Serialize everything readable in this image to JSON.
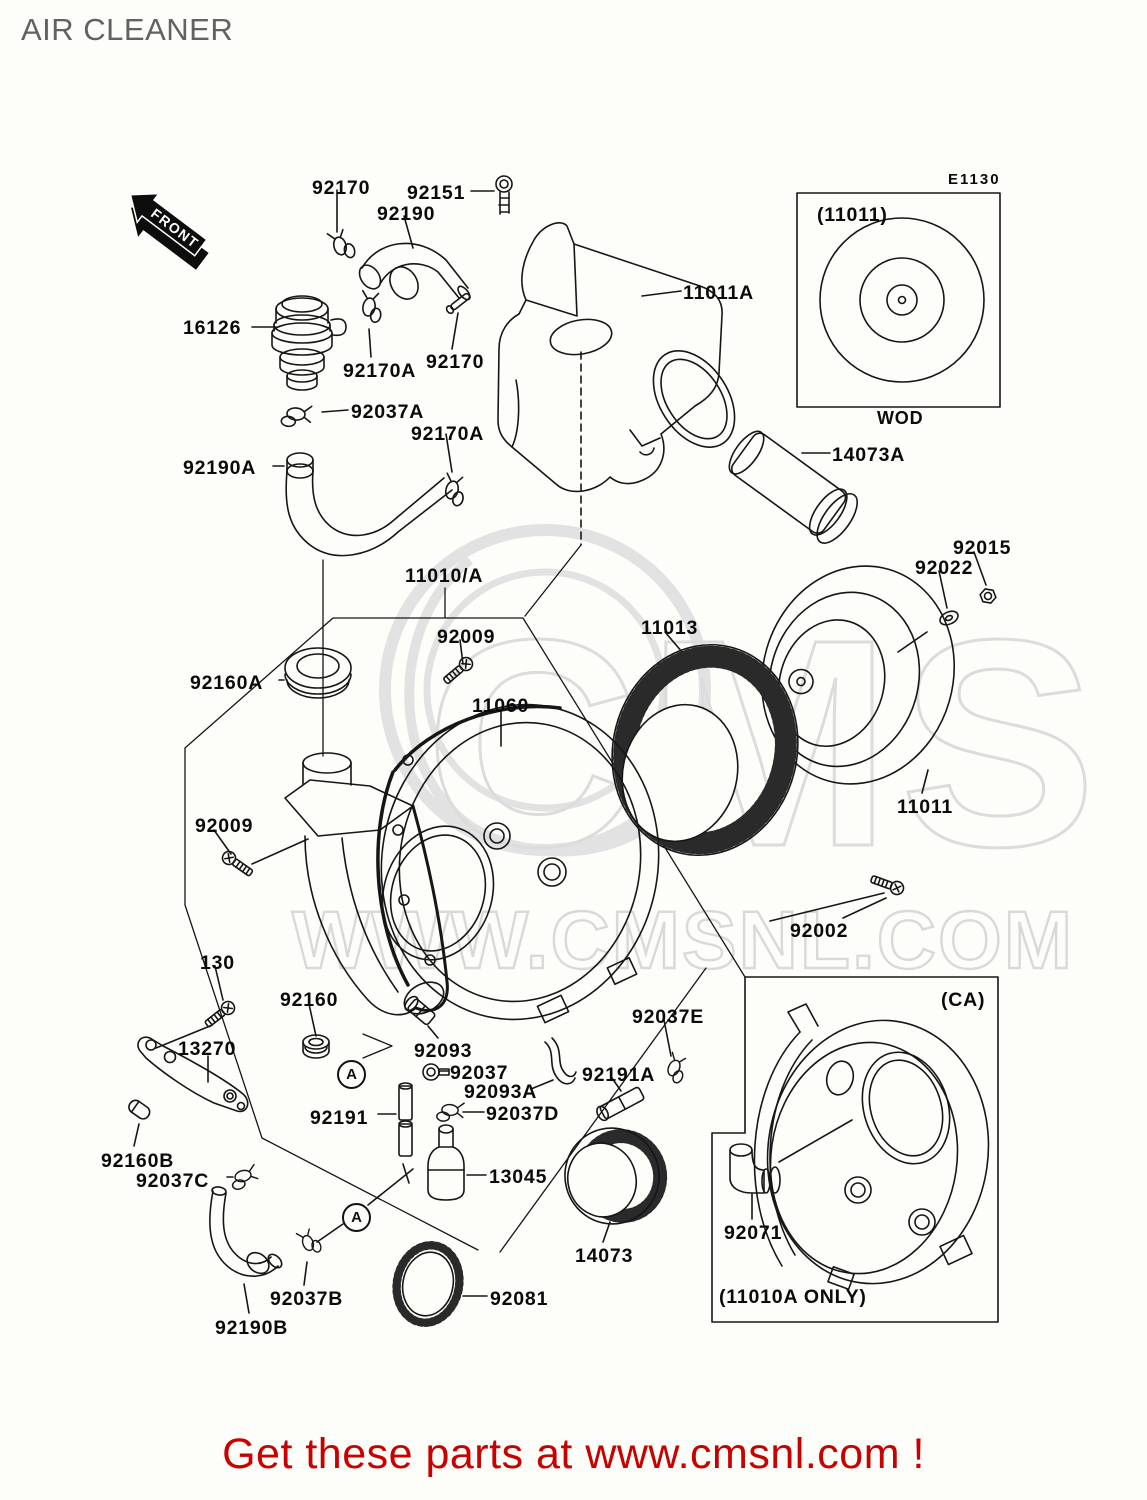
{
  "page": {
    "title": "AIR CLEANER",
    "footer": "Get these parts at www.cmsnl.com !",
    "front_arrow": "FRONT"
  },
  "watermark": {
    "line1": "CMS",
    "line2": "WWW.CMSNL.COM"
  },
  "inset": {
    "code": "E1130",
    "ref": "(11011)",
    "caption": "WOD"
  },
  "ca": {
    "region": "(CA)",
    "note": "(11010A ONLY)"
  },
  "markers": {
    "a": "A"
  },
  "labels": [
    "92170",
    "92151",
    "92190",
    "16126",
    "92170A",
    "92170",
    "92037A",
    "92170A",
    "92190A",
    "11011A",
    "14073A",
    "92015",
    "92022",
    "11013",
    "11011",
    "11010/A",
    "92009",
    "92160A",
    "11060",
    "92009",
    "92002",
    "130",
    "92160",
    "13270",
    "92093",
    "92037",
    "92093A",
    "92037D",
    "92191",
    "92191A",
    "92037E",
    "92160B",
    "92037C",
    "13045",
    "14073",
    "92037B",
    "92190B",
    "92081",
    "92071"
  ]
}
